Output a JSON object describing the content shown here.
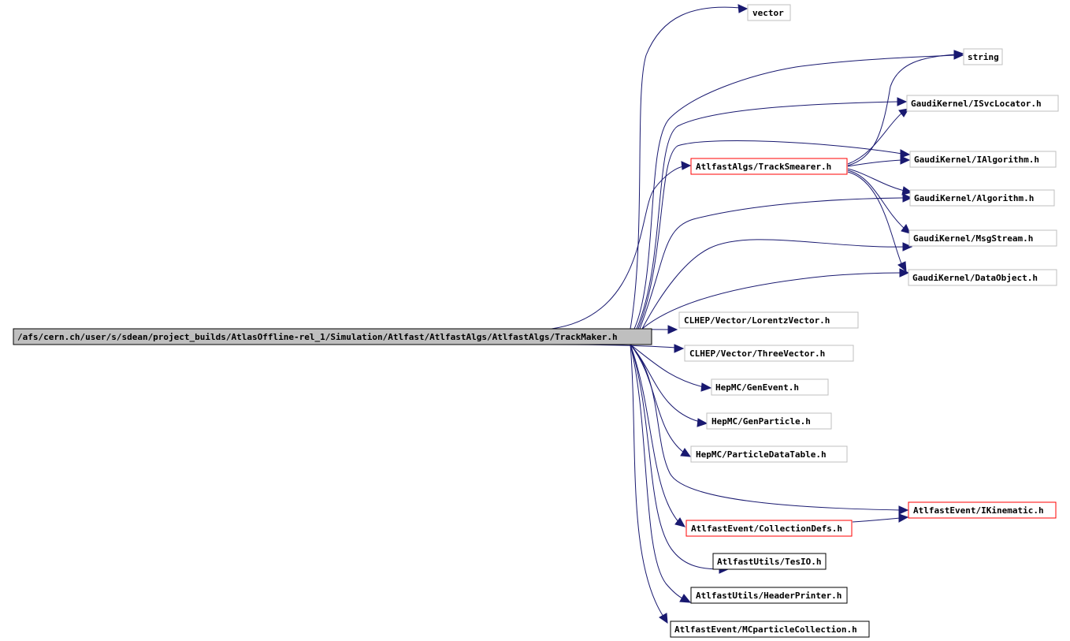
{
  "colors": {
    "edge": "#191970",
    "root_fill": "#bfbfbf",
    "border_black": "#000000",
    "border_red": "#ff0000",
    "border_gray": "#bfbfbf"
  },
  "root": {
    "label": "/afs/cern.ch/user/s/sdean/project_builds/AtlasOffline-rel_1/Simulation/Atlfast/AtlfastAlgs/AtlfastAlgs/TrackMaker.h"
  },
  "includes": [
    {
      "id": "vector",
      "label": "vector",
      "border": "gray"
    },
    {
      "id": "string",
      "label": "string",
      "border": "gray"
    },
    {
      "id": "isvclocator",
      "label": "GaudiKernel/ISvcLocator.h",
      "border": "gray"
    },
    {
      "id": "ialgorithm",
      "label": "GaudiKernel/IAlgorithm.h",
      "border": "gray"
    },
    {
      "id": "tracksmearer",
      "label": "AtlfastAlgs/TrackSmearer.h",
      "border": "red"
    },
    {
      "id": "algorithm",
      "label": "GaudiKernel/Algorithm.h",
      "border": "gray"
    },
    {
      "id": "msgstream",
      "label": "GaudiKernel/MsgStream.h",
      "border": "gray"
    },
    {
      "id": "dataobject",
      "label": "GaudiKernel/DataObject.h",
      "border": "gray"
    },
    {
      "id": "lorentzvector",
      "label": "CLHEP/Vector/LorentzVector.h",
      "border": "gray"
    },
    {
      "id": "threevector",
      "label": "CLHEP/Vector/ThreeVector.h",
      "border": "gray"
    },
    {
      "id": "genevent",
      "label": "HepMC/GenEvent.h",
      "border": "gray"
    },
    {
      "id": "genparticle",
      "label": "HepMC/GenParticle.h",
      "border": "gray"
    },
    {
      "id": "particledatatable",
      "label": "HepMC/ParticleDataTable.h",
      "border": "gray"
    },
    {
      "id": "ikinematic",
      "label": "AtlfastEvent/IKinematic.h",
      "border": "red"
    },
    {
      "id": "collectiondefs",
      "label": "AtlfastEvent/CollectionDefs.h",
      "border": "red"
    },
    {
      "id": "tesio",
      "label": "AtlfastUtils/TesIO.h",
      "border": "black"
    },
    {
      "id": "headerprinter",
      "label": "AtlfastUtils/HeaderPrinter.h",
      "border": "black"
    },
    {
      "id": "mcparticlecollection",
      "label": "AtlfastEvent/MCparticleCollection.h",
      "border": "black"
    }
  ],
  "edges": [
    [
      "root",
      "vector"
    ],
    [
      "root",
      "string"
    ],
    [
      "root",
      "isvclocator"
    ],
    [
      "root",
      "ialgorithm"
    ],
    [
      "root",
      "tracksmearer"
    ],
    [
      "root",
      "algorithm"
    ],
    [
      "root",
      "msgstream"
    ],
    [
      "root",
      "dataobject"
    ],
    [
      "root",
      "lorentzvector"
    ],
    [
      "root",
      "threevector"
    ],
    [
      "root",
      "genevent"
    ],
    [
      "root",
      "genparticle"
    ],
    [
      "root",
      "particledatatable"
    ],
    [
      "root",
      "ikinematic"
    ],
    [
      "root",
      "collectiondefs"
    ],
    [
      "root",
      "tesio"
    ],
    [
      "root",
      "headerprinter"
    ],
    [
      "root",
      "mcparticlecollection"
    ],
    [
      "tracksmearer",
      "string"
    ],
    [
      "tracksmearer",
      "isvclocator"
    ],
    [
      "tracksmearer",
      "ialgorithm"
    ],
    [
      "tracksmearer",
      "algorithm"
    ],
    [
      "tracksmearer",
      "msgstream"
    ],
    [
      "tracksmearer",
      "dataobject"
    ],
    [
      "collectiondefs",
      "ikinematic"
    ]
  ]
}
